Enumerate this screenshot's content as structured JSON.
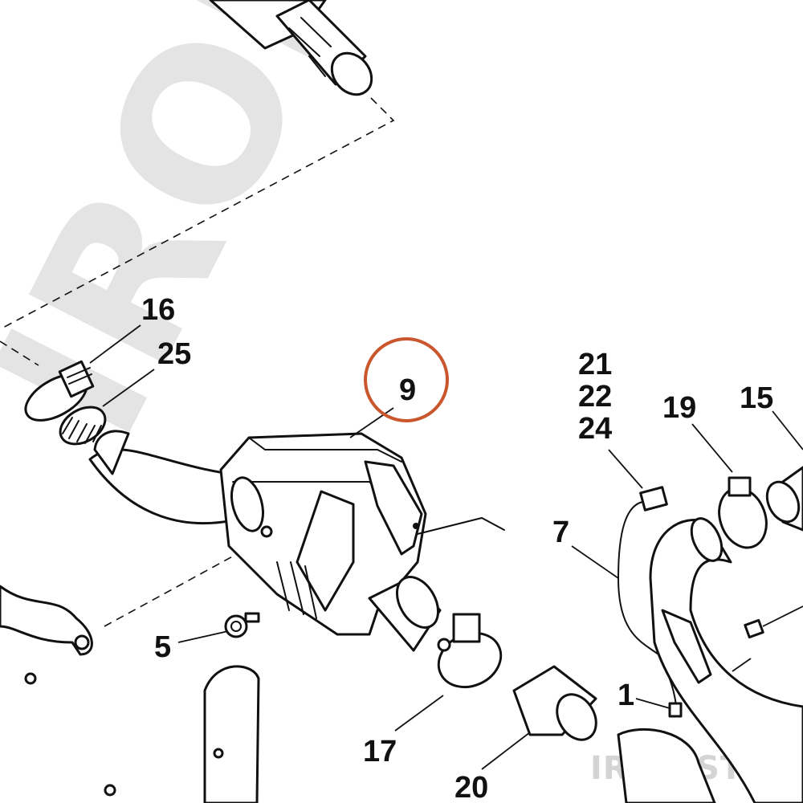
{
  "watermark": {
    "text": "IRON STA",
    "corner_text": "IRON STABLE"
  },
  "callouts": {
    "c16": "16",
    "c25": "25",
    "c9": "9",
    "c21": "21",
    "c22": "22",
    "c24": "24",
    "c19": "19",
    "c15": "15",
    "c7": "7",
    "c5": "5",
    "c1": "1",
    "c17": "17",
    "c20": "20"
  },
  "colors": {
    "highlight": "#c9562c",
    "line": "#111111",
    "watermark": "#e4e4e4"
  }
}
